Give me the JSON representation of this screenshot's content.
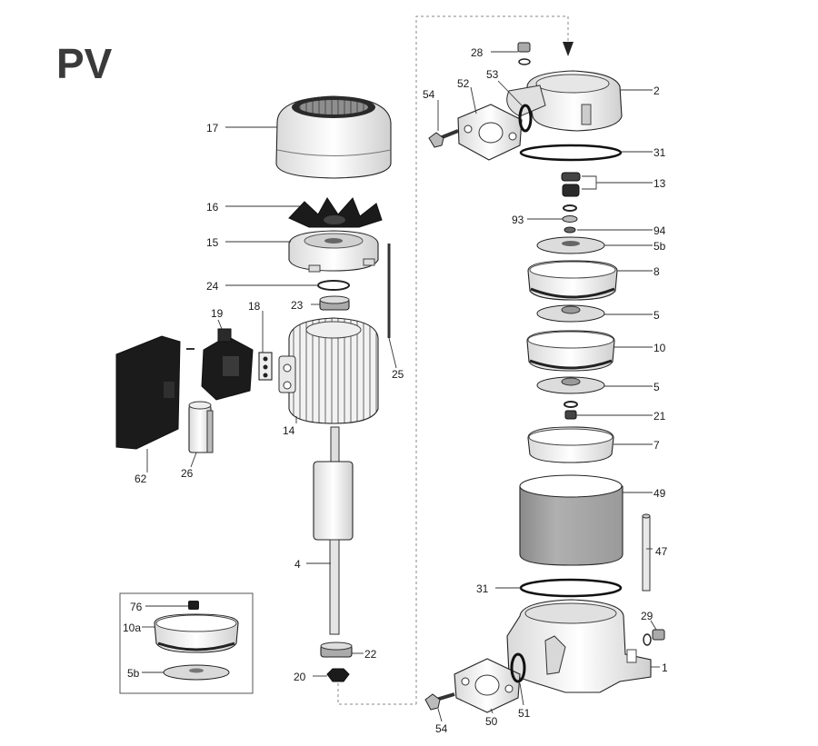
{
  "title": "PV",
  "colors": {
    "ink": "#222222",
    "dark_part": "#1b1b1b",
    "light_part": "#f0f0f0",
    "mid_part": "#c8c8c8",
    "gauze": "#9a9a9a"
  },
  "labels": {
    "l28": "28",
    "l54a": "54",
    "l52": "52",
    "l53": "53",
    "l2": "2",
    "l31a": "31",
    "l13": "13",
    "l93": "93",
    "l94": "94",
    "l5b_a": "5b",
    "l8": "8",
    "l5_a": "5",
    "l10": "10",
    "l5_b": "5",
    "l21": "21",
    "l7": "7",
    "l49": "49",
    "l47": "47",
    "l31b": "31",
    "l29": "29",
    "l1": "1",
    "l54b": "54",
    "l50": "50",
    "l51": "51",
    "l17": "17",
    "l16": "16",
    "l15": "15",
    "l24": "24",
    "l23": "23",
    "l18": "18",
    "l19": "19",
    "l25": "25",
    "l14": "14",
    "l62": "62",
    "l26": "26",
    "l4": "4",
    "l22": "22",
    "l20": "20",
    "l76": "76",
    "l10a": "10a",
    "l5b_b": "5b"
  }
}
